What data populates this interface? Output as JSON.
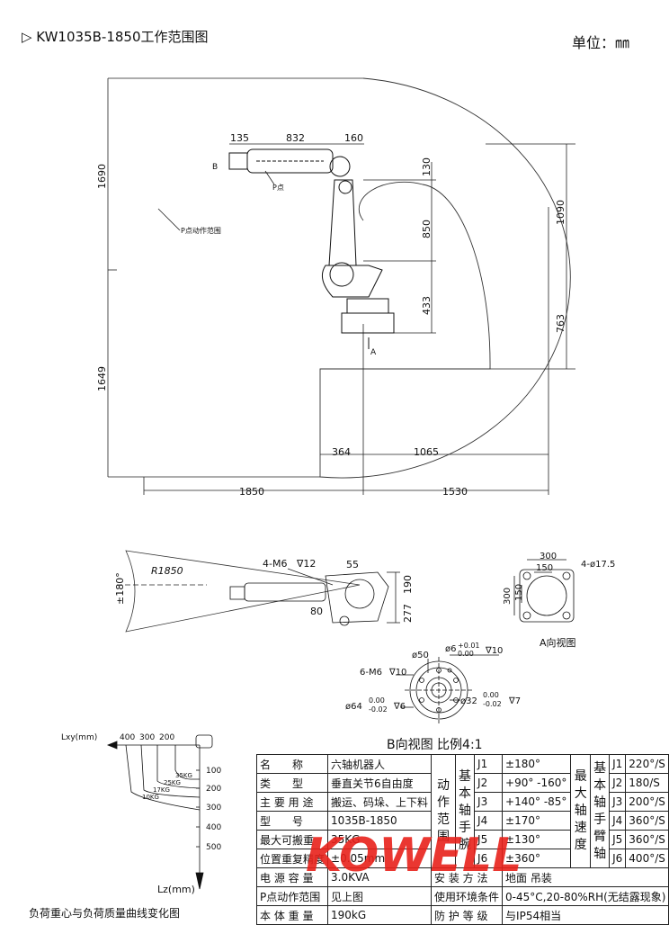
{
  "header": {
    "title": "▷ KW1035B-1850工作范围图",
    "unit": "单位：㎜"
  },
  "side_view": {
    "dim_top_left": "135",
    "dim_top_mid": "832",
    "dim_top_right": "160",
    "dim_130": "130",
    "dim_850": "850",
    "dim_433": "433",
    "dim_1690": "1690",
    "dim_1649": "1649",
    "dim_1090": "1090",
    "dim_763": "763",
    "dim_364": "364",
    "dim_1065": "1065",
    "dim_1850": "1850",
    "dim_1530": "1530",
    "label_b": "B",
    "label_p": "P点",
    "label_p_range": "P点动作范围",
    "label_a": "A"
  },
  "top_view": {
    "radius": "R1850",
    "angle": "±180°",
    "m6": "4-M6",
    "depth": "∇12",
    "dim_55": "55",
    "dim_190": "190",
    "dim_277": "277",
    "dim_80": "80"
  },
  "a_view": {
    "dim_300_top": "300",
    "dim_150_top": "150",
    "dim_300_left": "300",
    "dim_150_left": "150",
    "holes": "4-ø17.5",
    "caption": "A向视图"
  },
  "b_view": {
    "d50": "ø50",
    "d6": "ø6",
    "d6_tol_up": "+0.01",
    "d6_tol_low": "0.00",
    "d6_depth": "∇10",
    "m6": "6-M6",
    "m6_depth": "∇10",
    "d64": "ø64",
    "d64_tol_up": "0.00",
    "d64_tol_low": "-0.02",
    "d64_depth": "∇6",
    "d32": "ø32",
    "d32_tol_up": "0.00",
    "d32_tol_low": "-0.02",
    "d32_depth": "∇7",
    "caption": "B向视图 比例4:1"
  },
  "load_chart": {
    "lxy": "Lxy(mm)",
    "lz": "Lz(mm)",
    "x_ticks": [
      "400",
      "300",
      "200"
    ],
    "y_ticks": [
      "100",
      "200",
      "300",
      "400",
      "500"
    ],
    "curves": [
      "35KG",
      "25KG",
      "17KG",
      "10KG"
    ],
    "caption": "负荷重心与负荷质量曲线变化图"
  },
  "spec": {
    "name_label": "名　　称",
    "name_value": "六轴机器人",
    "type_label": "类　　型",
    "type_value": "垂直关节6自由度",
    "use_label": "主 要 用 途",
    "use_value": "搬运、码垛、上下料",
    "model_label": "型　　号",
    "model_value": "1035B-1850",
    "payload_label": "最大可搬重",
    "payload_value": "35KG",
    "repeat_label": "位置重复精度",
    "repeat_value": "±0.05mm",
    "power_label": "电 源 容 量",
    "power_value": "3.0KVA",
    "range_label": "P点动作范围",
    "range_value": "见上图",
    "weight_label": "本 体 重 量",
    "weight_value": "190kG",
    "motion_label": "动作范围",
    "axis_label": "基本轴手腕",
    "motion": [
      {
        "j": "J1",
        "v": "±180°"
      },
      {
        "j": "J2",
        "v": "+90° -160°"
      },
      {
        "j": "J3",
        "v": "+140° -85°"
      },
      {
        "j": "J4",
        "v": "±170°"
      },
      {
        "j": "J5",
        "v": "±130°"
      },
      {
        "j": "J6",
        "v": "±360°"
      }
    ],
    "speed_label": "最大轴速度",
    "speed_axis_label": "基本轴手臂轴",
    "speed": [
      {
        "j": "J1",
        "v": "220°/S"
      },
      {
        "j": "J2",
        "v": "180/S"
      },
      {
        "j": "J3",
        "v": "200°/S"
      },
      {
        "j": "J4",
        "v": "360°/S"
      },
      {
        "j": "J5",
        "v": "360°/S"
      },
      {
        "j": "J6",
        "v": "400°/S"
      }
    ],
    "install_label": "安 装 方 法",
    "install_value": "地面 吊装",
    "env_label": "使用环境条件",
    "env_value": "0-45°C,20-80%RH(无结露现象)",
    "protect_label": "防 护 等 级",
    "protect_value": "与IP54相当"
  },
  "logo": {
    "text": "KOWELL",
    "brand_color": "#e8211b"
  }
}
